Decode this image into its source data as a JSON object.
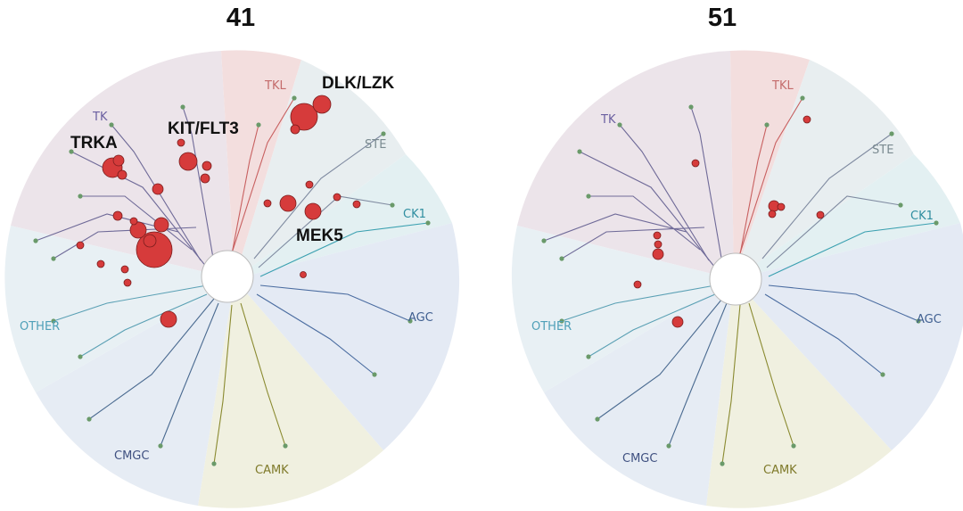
{
  "panels": [
    {
      "title": "41",
      "groups": {
        "tk": "TK",
        "tkl": "TKL",
        "ste": "STE",
        "ck1": "CK1",
        "agc": "AGC",
        "camk": "CAMK",
        "cmgc": "CMGC",
        "other": "OTHER"
      },
      "labels": {
        "trka": "TRKA",
        "kit_flt3": "KIT/FLT3",
        "dlk_lzk": "DLK/LZK",
        "mek5": "MEK5"
      }
    },
    {
      "title": "51",
      "groups": {
        "tk": "TK",
        "tkl": "TKL",
        "ste": "STE",
        "ck1": "CK1",
        "agc": "AGC",
        "camk": "CAMK",
        "cmgc": "CMGC",
        "other": "OTHER"
      }
    }
  ],
  "colors": {
    "tk": "#ece4ea",
    "tkl": "#f3dede",
    "ste": "#e8eef0",
    "ck1": "#e3f0f2",
    "agc": "#e4eaf4",
    "camk": "#f0f0e0",
    "cmgc": "#e6ecf4",
    "other": "#e8f0f4",
    "hit": "#d63b3b",
    "leaf": "#6a9a6a"
  }
}
